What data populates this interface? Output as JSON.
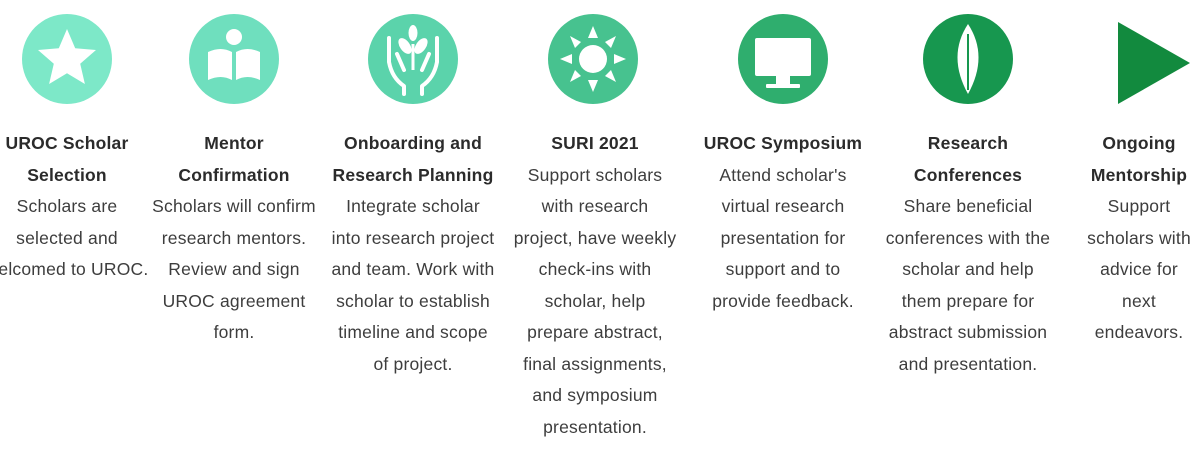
{
  "steps": [
    {
      "icon": "star-icon",
      "color": "#7de8c8",
      "title": "UROC Scholar Selection",
      "desc": "Scholars are selected and welcomed to UROC."
    },
    {
      "icon": "book-reader-icon",
      "color": "#6fdfbe",
      "title": "Mentor Confirmation",
      "desc": "Scholars will confirm research mentors. Review and sign UROC agreement form."
    },
    {
      "icon": "hands-plant-icon",
      "color": "#5bd3ab",
      "title": "Onboarding and Research Planning",
      "desc": "Integrate scholar into research project and team. Work with scholar to establish timeline and scope of project."
    },
    {
      "icon": "sun-icon",
      "color": "#47c28f",
      "title": "SURI 2021",
      "desc": "Support scholars with research project, have weekly check-ins with scholar, help prepare abstract, final assignments, and symposium presentation."
    },
    {
      "icon": "monitor-icon",
      "color": "#2fae6e",
      "title": "UROC Symposium",
      "desc": "Attend scholar's virtual research presentation for support and to provide feedback."
    },
    {
      "icon": "leaf-icon",
      "color": "#17974f",
      "title": "Research Conferences",
      "desc": "Share beneficial conferences with the scholar and help them prepare for abstract submission and presentation."
    },
    {
      "icon": "arrow-icon",
      "color": "#128a3e",
      "title": "Ongoing Mentorship",
      "desc": "Support scholars with advice for next endeavors."
    }
  ]
}
